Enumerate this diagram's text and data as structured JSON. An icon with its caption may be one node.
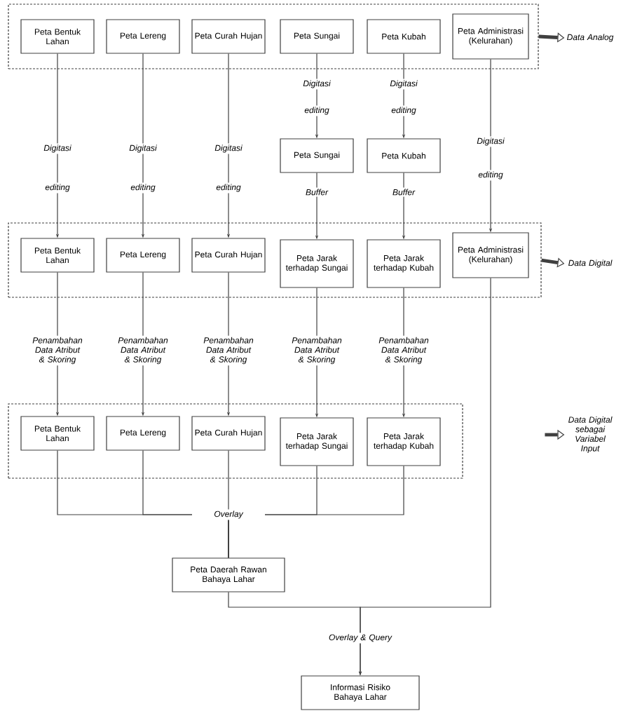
{
  "diagram": {
    "nodes": [
      {
        "text": [],
        "shape": "box"
      },
      {
        "text": [
          "Peta Bentuk Lahan"
        ],
        "in": 0
      },
      {
        "text": [
          "Peta Lereng"
        ],
        "in": 0
      },
      {
        "text": [
          "Peta Curah Hujan"
        ],
        "in": 0
      },
      {
        "text": [
          "Peta Sungai"
        ],
        "in": 0
      },
      {
        "text": [
          "Peta Kubah"
        ],
        "in": 0
      },
      {
        "text": [
          "Peta Administrasi (Kelurahan)"
        ],
        "in": 0
      },
      {
        "text": [
          "Data Analog"
        ]
      },
      {
        "text": [
          "Peta Sungai"
        ]
      },
      {
        "text": [
          "Peta Kubah"
        ]
      },
      {
        "text": [],
        "shape": "box"
      },
      {
        "text": [
          "Peta Bentuk Lahan"
        ],
        "in": 10
      },
      {
        "text": [
          "Peta Lereng"
        ],
        "in": 10
      },
      {
        "text": [
          "Peta Curah Hujan"
        ],
        "in": 10
      },
      {
        "text": [
          "Peta Jarak terhadap Sungai"
        ],
        "in": 10
      },
      {
        "text": [
          "Peta Jarak terhadap Kubah"
        ],
        "in": 10
      },
      {
        "text": [
          "Peta Administrasi (Kelurahan)"
        ],
        "in": 10
      },
      {
        "text": [
          "Data Digital"
        ]
      },
      {
        "text": [],
        "shape": "box"
      },
      {
        "text": [
          "Peta Bentuk Lahan"
        ],
        "in": 18
      },
      {
        "text": [
          "Peta Lereng"
        ],
        "in": 18
      },
      {
        "text": [
          "Peta Curah Hujan"
        ],
        "in": 18
      },
      {
        "text": [
          "Peta Jarak terhadap Sungai"
        ],
        "in": 18
      },
      {
        "text": [
          "Peta Jarak terhadap Kubah"
        ],
        "in": 18
      },
      {
        "text": [
          "Data Digital sebagai Variabel Input"
        ]
      },
      {
        "text": [
          "Peta Daerah Rawan Bahaya Lahar"
        ]
      },
      {
        "text": [
          "Informasi Risiko Bahaya Lahar"
        ]
      }
    ],
    "edges": [
      {
        "from": 1,
        "to": 11,
        "arrow": "to",
        "label": "Digitasi"
      },
      {
        "from": 2,
        "to": 12,
        "arrow": "to",
        "label": "Digitasi"
      },
      {
        "from": 3,
        "to": 13,
        "arrow": "to",
        "label": "Digitasi"
      },
      {
        "from": 4,
        "to": 8,
        "arrow": "to",
        "label": "Digitasi"
      },
      {
        "from": 5,
        "to": 9,
        "arrow": "to",
        "label": "Digitasi"
      },
      {
        "from": 6,
        "to": 16,
        "arrow": "to",
        "label": "Digitasi"
      },
      {
        "from": 8,
        "to": 14,
        "arrow": "to",
        "label": "Buffer"
      },
      {
        "from": 9,
        "to": 15,
        "arrow": "to",
        "label": "Buffer"
      },
      {
        "from": 11,
        "to": 19,
        "arrow": "to",
        "label": "Penambahan Data Atribut & Skoring"
      },
      {
        "from": 12,
        "to": 20,
        "arrow": "to",
        "label": "Penambahan Data Atribut & Skoring"
      },
      {
        "from": 13,
        "to": 21,
        "arrow": "to",
        "label": "Penambahan Data Atribut & Skoring"
      },
      {
        "from": 14,
        "to": 22,
        "arrow": "to",
        "label": "Penambahan Data Atribut & Skoring"
      },
      {
        "from": 15,
        "to": 23,
        "arrow": "to",
        "label": "Penambahan Data Atribut & Skoring"
      },
      {
        "from": 19,
        "to": 25,
        "arrow": "none"
      },
      {
        "from": 20,
        "to": 25,
        "arrow": "none"
      },
      {
        "from": 21,
        "to": 25,
        "arrow": "none",
        "label": "Overlay"
      },
      {
        "from": 22,
        "to": 25,
        "arrow": "none"
      },
      {
        "from": 23,
        "to": 25,
        "arrow": "none"
      },
      {
        "from": 25,
        "to": 26,
        "arrow": "to",
        "label": "Overlay & Query"
      },
      {
        "from": 16,
        "to": 26,
        "arrow": "to"
      },
      {
        "from": 0,
        "to": 7,
        "arrow": "to",
        "style": "thick"
      },
      {
        "from": 10,
        "to": 17,
        "arrow": "to",
        "style": "thick"
      },
      {
        "from": null,
        "to": 24,
        "arrow": "to",
        "style": "thick"
      }
    ],
    "labels": [
      "editing",
      "editing",
      "editing",
      "editing",
      "editing",
      "editing"
    ]
  }
}
